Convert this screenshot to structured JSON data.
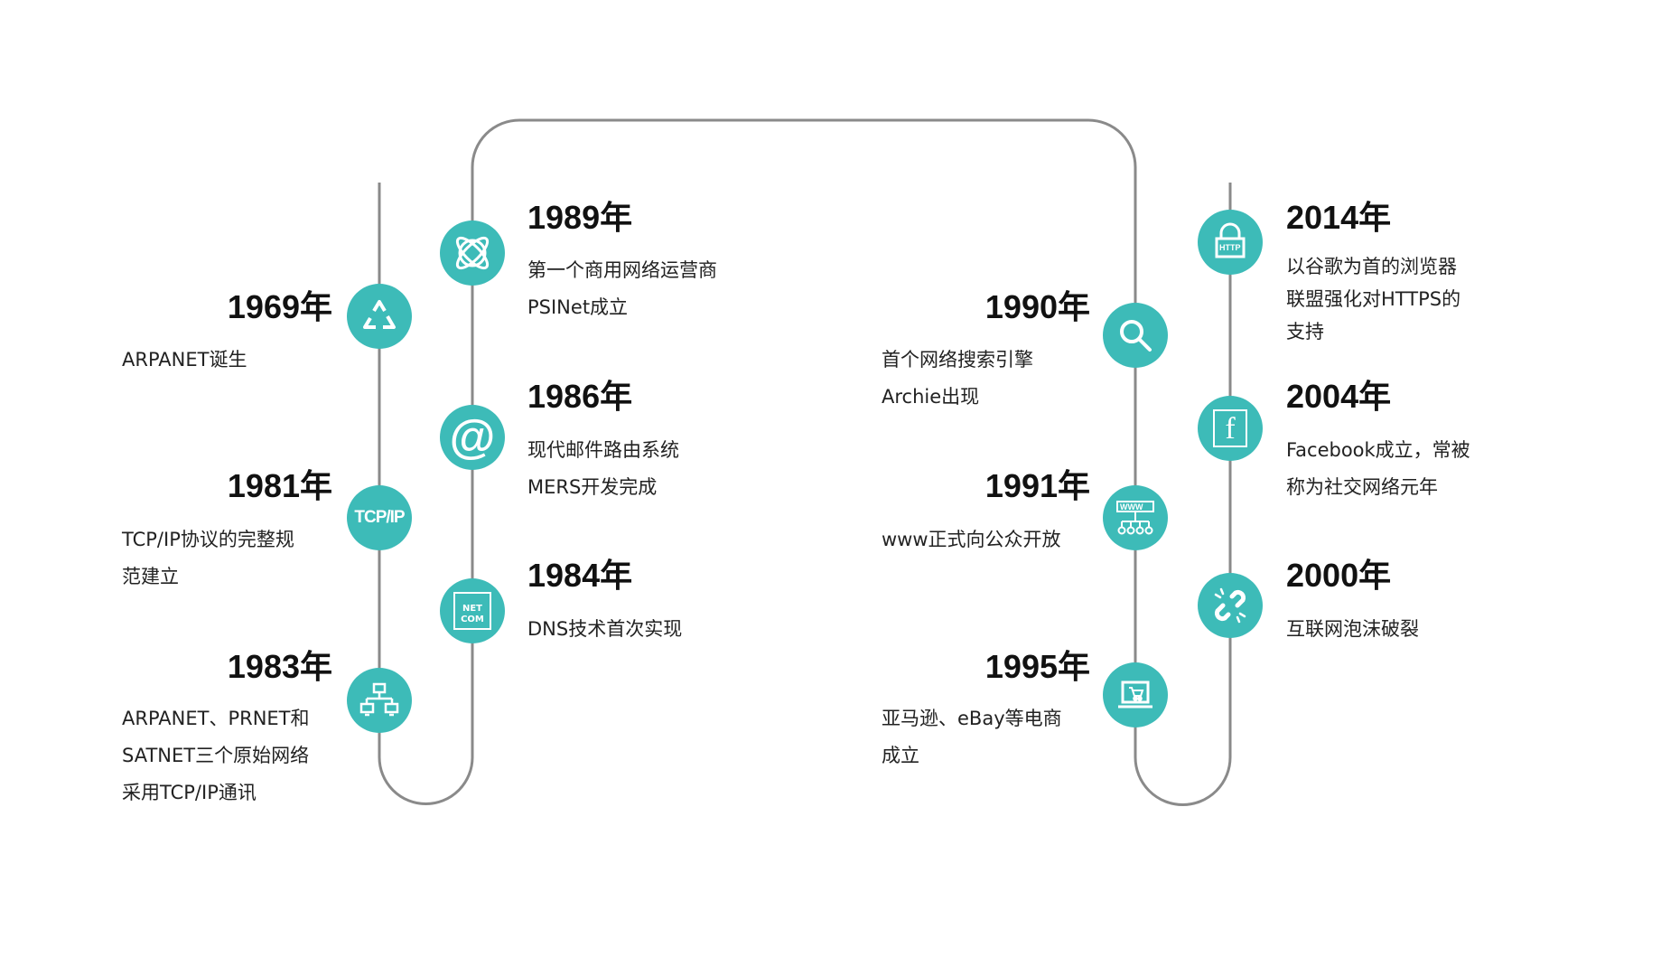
{
  "colors": {
    "accent": "#3dbbb8",
    "line": "#8a8a8a"
  },
  "events": {
    "e1969": {
      "year": "1969年",
      "lines": [
        "ARPANET诞生"
      ],
      "icon": "recycle-icon"
    },
    "e1981": {
      "year": "1981年",
      "lines": [
        "TCP/IP协议的完整规",
        "范建立"
      ],
      "icon": "tcp-ip-icon",
      "icon_text": "TCP/IP"
    },
    "e1983": {
      "year": "1983年",
      "lines": [
        "ARPANET、PRNET和",
        "SATNET三个原始网络",
        "采用TCP/IP通讯"
      ],
      "icon": "network-icon"
    },
    "e1989": {
      "year": "1989年",
      "lines": [
        "第一个商用网络运营商",
        "PSINet成立"
      ],
      "icon": "globe-icon"
    },
    "e1986": {
      "year": "1986年",
      "lines": [
        "现代邮件路由系统",
        "MERS开发完成"
      ],
      "icon": "at-sign-icon"
    },
    "e1984": {
      "year": "1984年",
      "lines": [
        "DNS技术首次实现"
      ],
      "icon": "dns-icon",
      "icon_text": [
        "NET",
        "COM"
      ]
    },
    "e1990": {
      "year": "1990年",
      "lines": [
        "首个网络搜索引擎",
        "Archie出现"
      ],
      "icon": "search-icon"
    },
    "e1991": {
      "year": "1991年",
      "lines": [
        "www正式向公众开放"
      ],
      "icon": "www-icon",
      "icon_text": "WWW"
    },
    "e1995": {
      "year": "1995年",
      "lines": [
        "亚马逊、eBay等电商",
        "成立"
      ],
      "icon": "shopping-cart-icon"
    },
    "e2014": {
      "year": "2014年",
      "lines": [
        "以谷歌为首的浏览器",
        "联盟强化对HTTPS的",
        "支持"
      ],
      "icon": "https-lock-icon",
      "icon_text": "HTTP"
    },
    "e2004": {
      "year": "2004年",
      "lines": [
        "Facebook成立，常被",
        "称为社交网络元年"
      ],
      "icon": "facebook-icon"
    },
    "e2000": {
      "year": "2000年",
      "lines": [
        "互联网泡沫破裂"
      ],
      "icon": "broken-link-icon"
    }
  }
}
